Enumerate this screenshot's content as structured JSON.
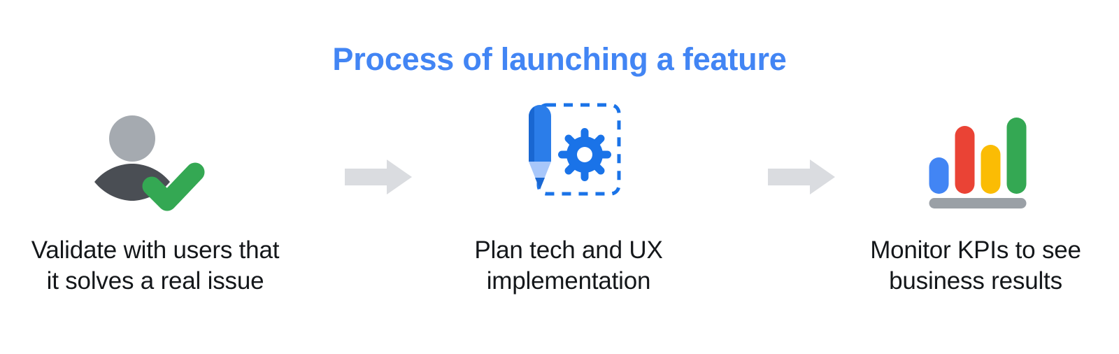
{
  "page": {
    "title": "Process of launching a feature",
    "background_color": "#ffffff"
  },
  "colors": {
    "title_blue": "#4285f4",
    "arrow_gray": "#dadce0",
    "person_head_gray": "#a5aab0",
    "person_body_gray": "#4a4e54",
    "check_green": "#34a853",
    "pencil_blue": "#2b7de9",
    "pencil_blue_dark": "#1967d2",
    "pencil_tip_light": "#a8c7fa",
    "gear_blue": "#1a73e8",
    "dashed_border_blue": "#1a73e8",
    "bar_blue": "#4285f4",
    "bar_red": "#ea4335",
    "bar_yellow": "#fbbc04",
    "bar_green": "#34a853",
    "baseline_gray": "#9aa0a6",
    "caption_text": "#14171a"
  },
  "steps": [
    {
      "id": "validate",
      "icon_name": "person-with-check-icon",
      "caption_line_1": "Validate with users that",
      "caption_line_2": "it solves a real issue"
    },
    {
      "id": "plan",
      "icon_name": "pencil-and-gear-icon",
      "caption_line_1": "Plan tech and UX",
      "caption_line_2": "implementation"
    },
    {
      "id": "monitor",
      "icon_name": "bar-chart-icon",
      "caption_line_1": "Monitor KPIs to see",
      "caption_line_2": "business results"
    }
  ],
  "connectors": [
    {
      "id": "arrow-1",
      "icon_name": "arrow-right-icon"
    },
    {
      "id": "arrow-2",
      "icon_name": "arrow-right-icon"
    }
  ],
  "chart_icon": {
    "type": "bar",
    "categories": [
      "1",
      "2",
      "3",
      "4"
    ],
    "values": [
      48,
      88,
      64,
      100
    ],
    "colors": [
      "#4285f4",
      "#ea4335",
      "#fbbc04",
      "#34a853"
    ],
    "has_baseline": true
  }
}
